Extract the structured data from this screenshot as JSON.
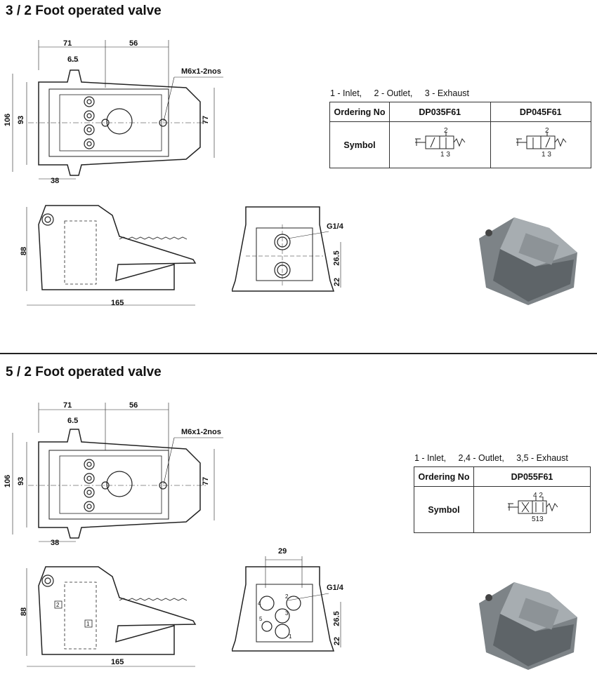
{
  "section1": {
    "title": "3 / 2 Foot operated valve",
    "legend": "1 - Inlet,     2 - Outlet,     3 - Exhaust",
    "table": {
      "header_label": "Ordering No",
      "col1": "DP035F61",
      "col2": "DP045F61",
      "row_label": "Symbol"
    },
    "top_view": {
      "dim_71": "71",
      "dim_56": "56",
      "dim_6_5": "6.5",
      "dim_106": "106",
      "dim_93": "93",
      "dim_77": "77",
      "dim_38": "38",
      "thread_note": "M6x1-2nos"
    },
    "side_view": {
      "dim_88": "88",
      "dim_165": "165"
    },
    "end_view": {
      "port_note": "G1/4",
      "dim_26_5": "26.5",
      "dim_22": "22"
    },
    "symbol_ports_a": {
      "top": "2",
      "bottom": "1 3"
    },
    "symbol_ports_b": {
      "top": "2",
      "bottom": "1 3"
    }
  },
  "section2": {
    "title": "5 / 2 Foot operated valve",
    "legend": "1 - Inlet,     2,4 - Outlet,     3,5 - Exhaust",
    "table": {
      "header_label": "Ordering No",
      "col1": "DP055F61",
      "row_label": "Symbol"
    },
    "top_view": {
      "dim_71": "71",
      "dim_56": "56",
      "dim_6_5": "6.5",
      "dim_106": "106",
      "dim_93": "93",
      "dim_77": "77",
      "dim_38": "38",
      "thread_note": "M6x1-2nos"
    },
    "side_view": {
      "dim_88": "88",
      "dim_165": "165",
      "port_2": "2",
      "port_1": "1"
    },
    "end_view": {
      "dim_29": "29",
      "port_note": "G1/4",
      "dim_26_5": "26.5",
      "dim_22": "22",
      "port_4": "4",
      "port_2": "2",
      "port_5": "5",
      "port_3": "3",
      "port_1": "1"
    },
    "symbol_ports": {
      "top": "4 2",
      "bottom": "513"
    }
  },
  "colors": {
    "ink": "#222222",
    "metal": "#9aa0a4",
    "metal_dark": "#6c7276"
  }
}
